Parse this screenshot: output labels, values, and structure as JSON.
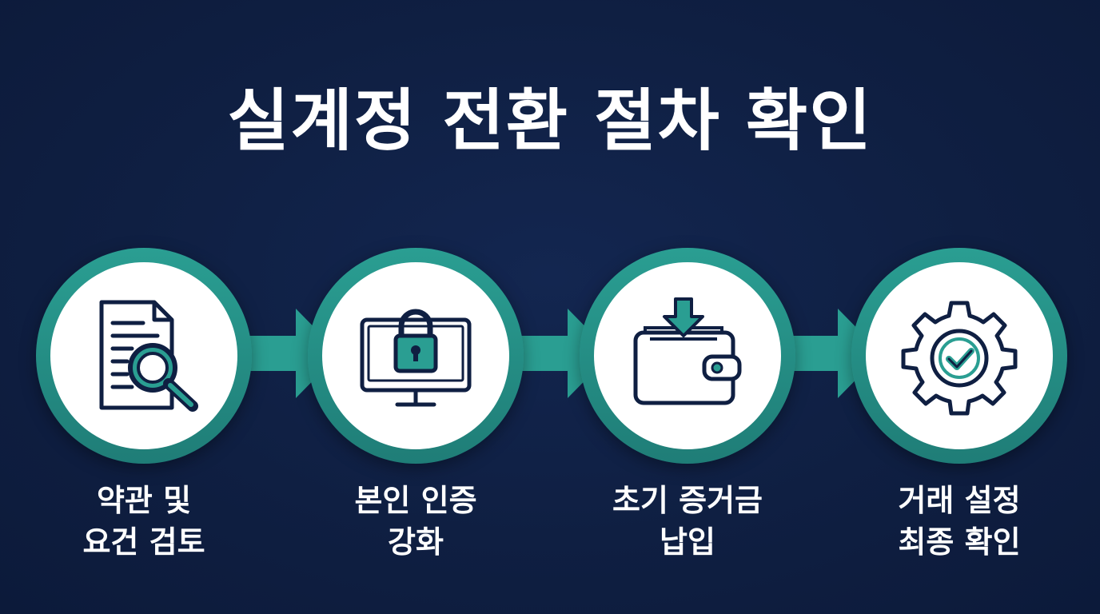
{
  "title": "실계정 전환 절차 확인",
  "steps": [
    {
      "label": "약관 및\n요건 검토",
      "icon": "document-magnifier-icon"
    },
    {
      "label": "본인 인증\n강화",
      "icon": "monitor-lock-icon"
    },
    {
      "label": "초기 증거금\n납입",
      "icon": "wallet-deposit-icon"
    },
    {
      "label": "거래 설정\n최종 확인",
      "icon": "gear-check-icon"
    }
  ],
  "colors": {
    "background": "#0f1f42",
    "accent": "#2a9e92",
    "icon_stroke": "#0f1f42",
    "icon_fill": "#2a9e92"
  }
}
